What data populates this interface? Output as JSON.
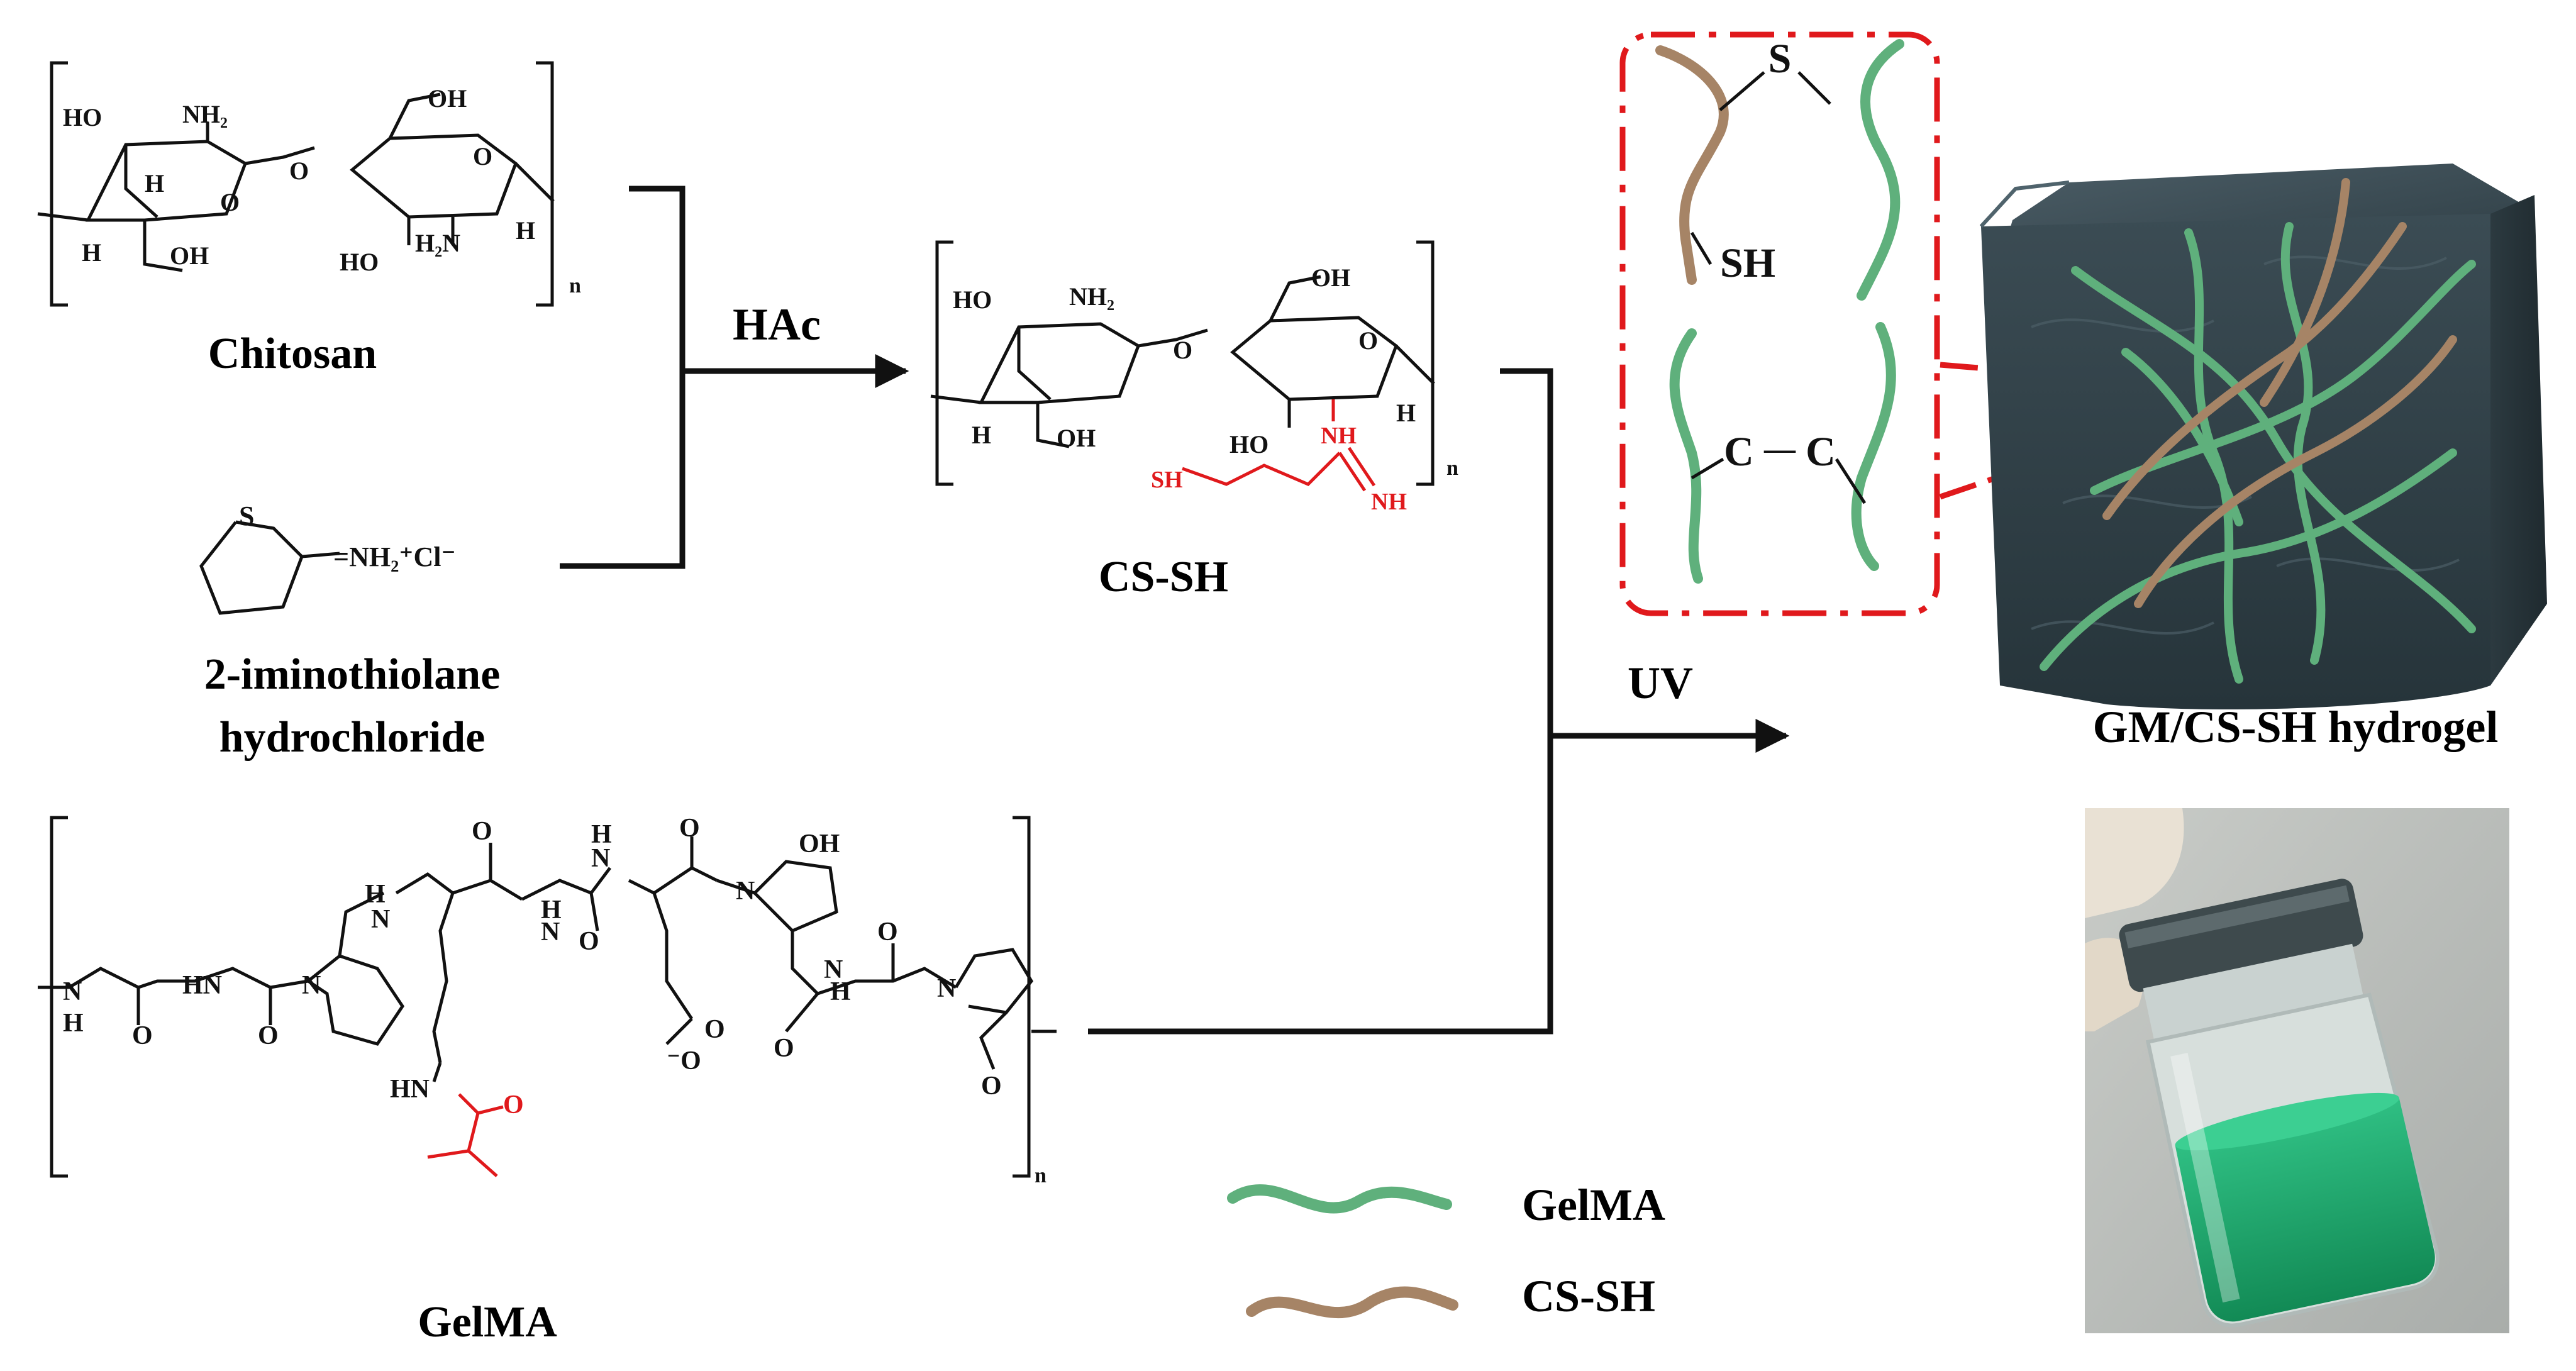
{
  "title": "",
  "colors": {
    "gelma": "#5fb07c",
    "cs_sh": "#a68466",
    "red": "#e0191c",
    "ink": "#111111",
    "cube": "#34454d"
  },
  "reactants": {
    "chitosan": "Chitosan",
    "iminothiolane_line1": "2-iminothiolane",
    "iminothiolane_line2": "hydrochloride",
    "gelma": "GelMA"
  },
  "arrows": {
    "hac": "HAc",
    "uv": "UV"
  },
  "products": {
    "cs_sh": "CS-SH",
    "hydrogel": "GM/CS-SH hydrogel"
  },
  "molecule_text": {
    "ho": "HO",
    "oh": "OH",
    "nh2": "NH₂",
    "h2n": "H₂N",
    "h": "H",
    "o": "O",
    "n": "N",
    "s": "S",
    "nh": "NH",
    "hn": "HN",
    "sh": "SH",
    "subscript_n": "n",
    "salt": "=NH₂⁺Cl⁻",
    "o_minus": "⁻O"
  },
  "crosslink_inset": {
    "disulfide_atom": "S",
    "thiol_group": "SH",
    "carbon_left": "C",
    "carbon_right": "C",
    "bond": "—"
  },
  "legend": [
    {
      "label": "GelMA",
      "color": "#5fb07c"
    },
    {
      "label": "CS-SH",
      "color": "#a68466"
    }
  ],
  "photo": {
    "caption": ""
  }
}
